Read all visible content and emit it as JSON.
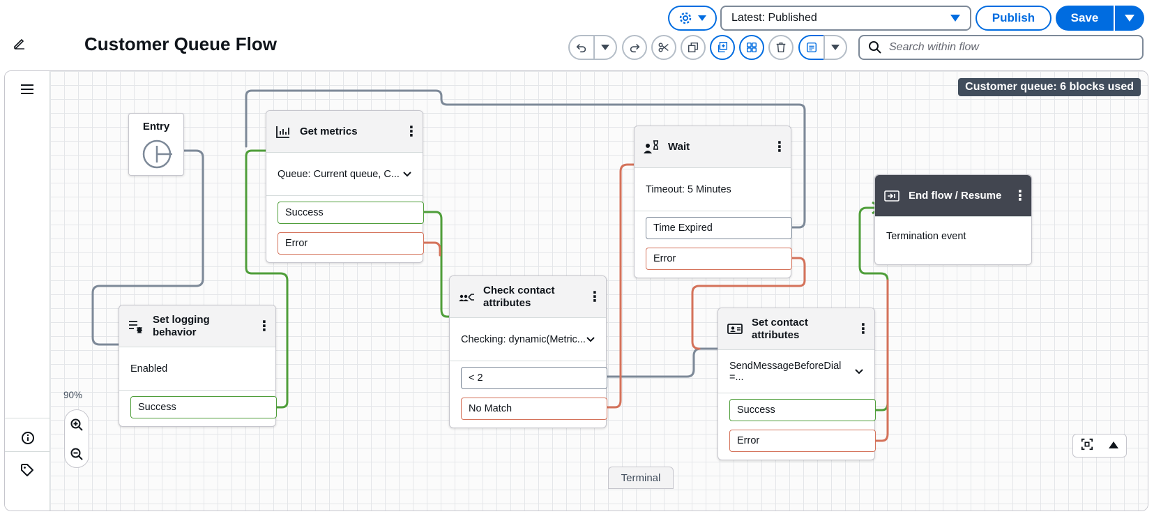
{
  "header": {
    "title": "Customer Queue Flow",
    "version_select": "Latest: Published",
    "publish_label": "Publish",
    "save_label": "Save",
    "search_placeholder": "Search within flow"
  },
  "canvas": {
    "usage_badge": "Customer queue: 6 blocks used",
    "zoom_level": "90%",
    "terminal_tab": "Terminal"
  },
  "blocks": {
    "entry": {
      "title": "Entry"
    },
    "get_metrics": {
      "title": "Get metrics",
      "detail": "Queue: Current queue, C...",
      "branches": [
        "Success",
        "Error"
      ]
    },
    "set_logging": {
      "title": "Set logging behavior",
      "detail": "Enabled",
      "branches": [
        "Success"
      ]
    },
    "check_attrs": {
      "title": "Check contact attributes",
      "detail": "Checking: dynamic(Metric...",
      "branches": [
        "< 2",
        "No Match"
      ]
    },
    "wait": {
      "title": "Wait",
      "detail": "Timeout: 5 Minutes",
      "branches": [
        "Time Expired",
        "Error"
      ]
    },
    "set_attrs": {
      "title": "Set contact attributes",
      "detail": "SendMessageBeforeDial =...",
      "branches": [
        "Success",
        "Error"
      ]
    },
    "end_flow": {
      "title": "End flow / Resume",
      "detail": "Termination event"
    }
  },
  "colors": {
    "primary": "#006ce0",
    "success_line": "#4f9e3a",
    "error_line": "#d4725a",
    "default_line": "#7d8998",
    "dark_header": "#424650"
  }
}
